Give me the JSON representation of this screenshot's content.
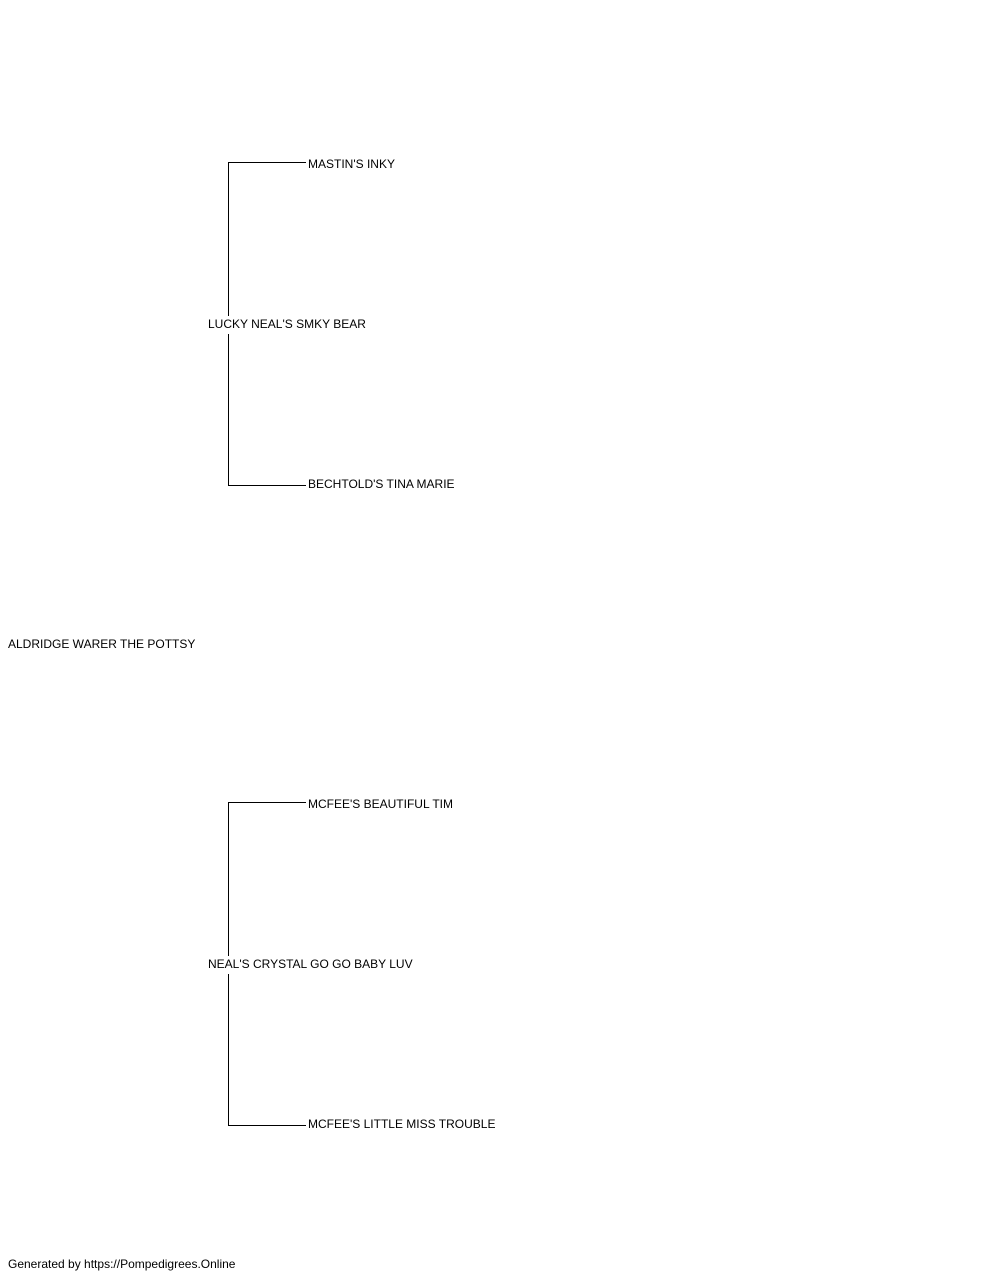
{
  "pedigree": {
    "subject": "ALDRIDGE WARER THE POTTSY",
    "sire": {
      "name": "LUCKY NEAL'S SMKY BEAR",
      "sire": "MASTIN'S INKY",
      "dam": "BECHTOLD'S TINA MARIE"
    },
    "dam": {
      "name": "NEAL'S CRYSTAL GO GO BABY LUV",
      "sire": "MCFEE'S BEAUTIFUL TIM",
      "dam": "MCFEE'S LITTLE MISS TROUBLE"
    }
  },
  "footer": {
    "text": "Generated by https://Pompedigrees.Online"
  },
  "colors": {
    "line": "#000000",
    "text": "#000000",
    "background": "#ffffff"
  }
}
